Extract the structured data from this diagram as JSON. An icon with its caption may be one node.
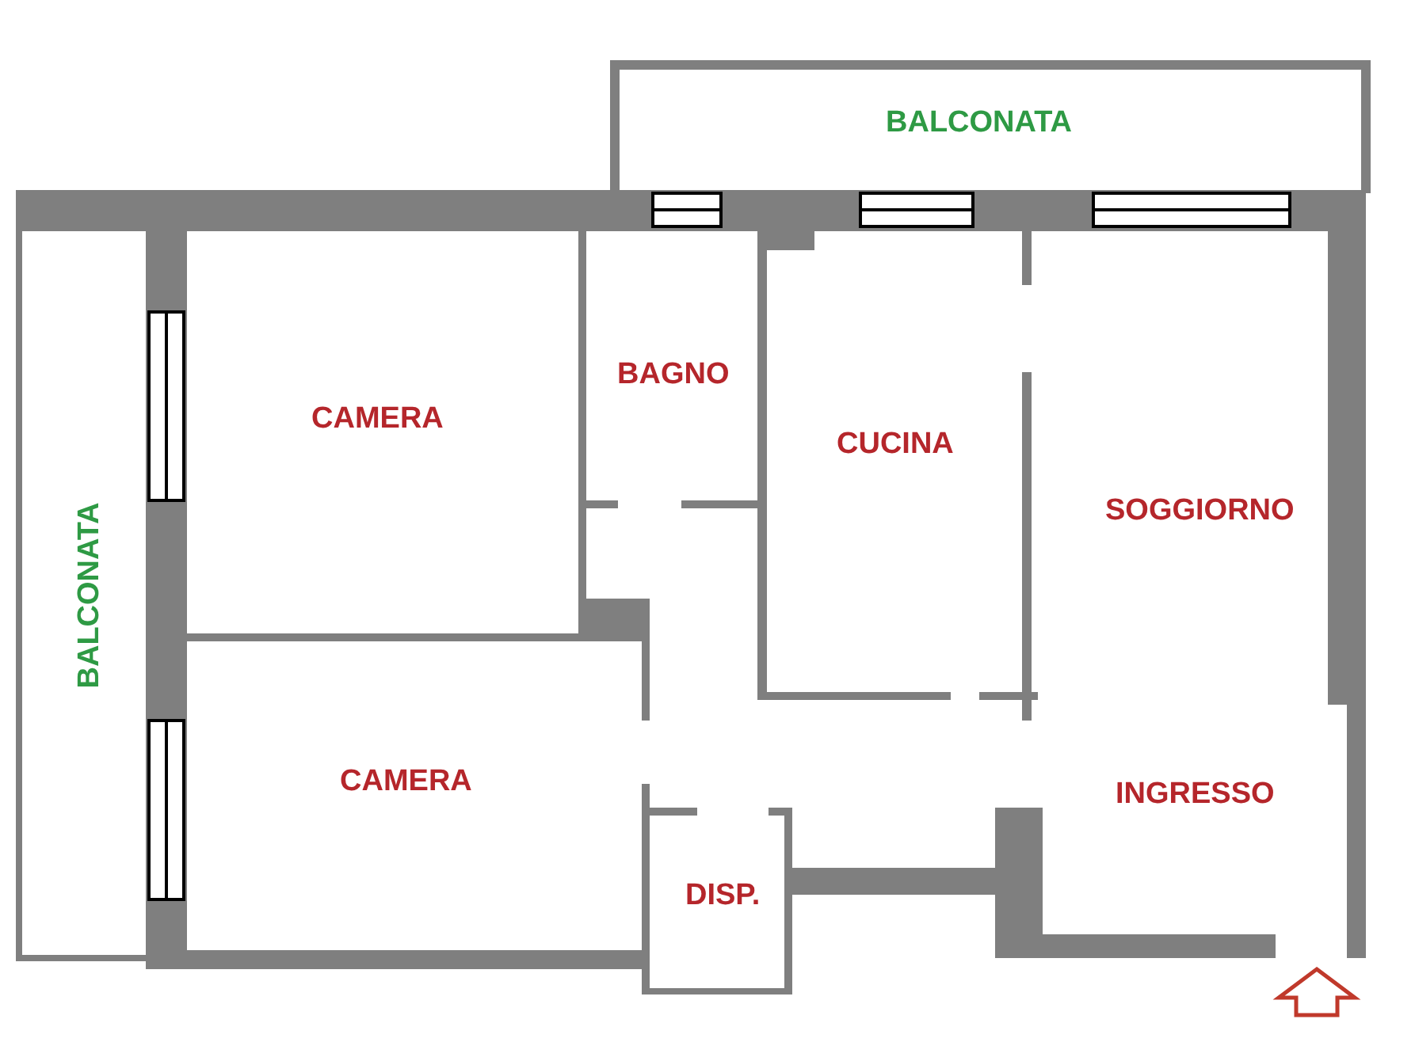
{
  "diagram": {
    "labels": [
      "BALCONATA",
      "BAGNO",
      "CAMERA",
      "CUCINA",
      "SOGGIORNO",
      "BALCONATA",
      "CAMERA",
      "INGRESSO",
      "DISP."
    ]
  }
}
